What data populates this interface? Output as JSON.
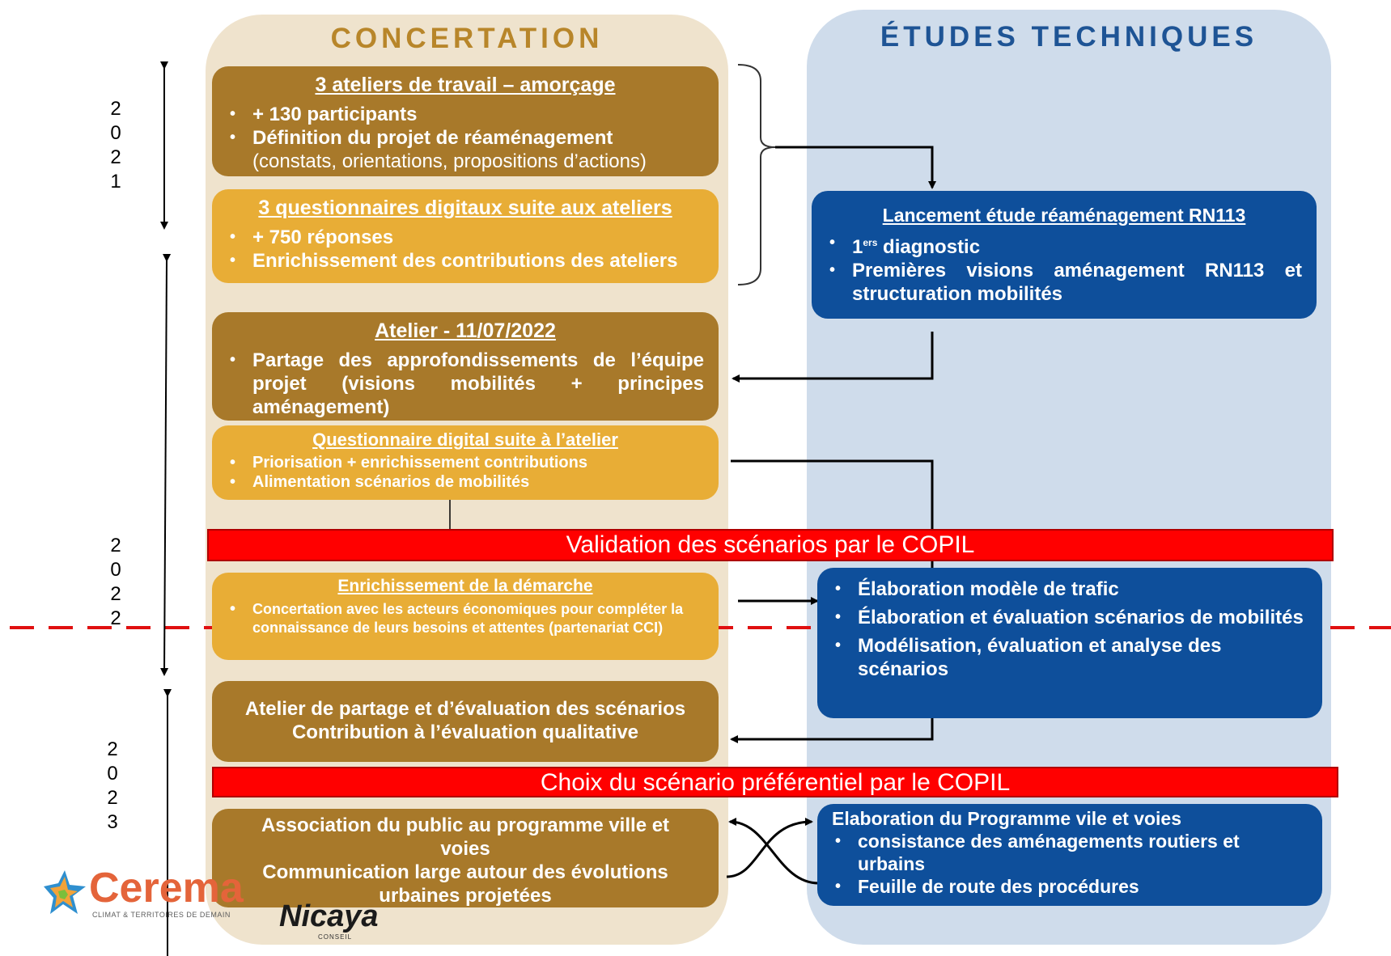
{
  "columns": {
    "left_title": "CONCERTATION",
    "right_title": "ÉTUDES TECHNIQUES"
  },
  "years": {
    "y2021": [
      "2",
      "0",
      "2",
      "1"
    ],
    "y2022": [
      "2",
      "0",
      "2",
      "2"
    ],
    "y2023": [
      "2",
      "0",
      "2",
      "3"
    ]
  },
  "concertation": {
    "box1": {
      "title": "3 ateliers de travail – amorçage",
      "items": [
        "+ 130 participants",
        "Définition du projet de réaménagement"
      ],
      "sub": "(constats, orientations, propositions d’actions)"
    },
    "box2": {
      "title": "3 questionnaires digitaux suite aux ateliers",
      "items": [
        "+ 750 réponses",
        "Enrichissement des contributions des ateliers"
      ]
    },
    "box3": {
      "title": "Atelier - 11/07/2022",
      "items": [
        "Partage des approfondissements de l’équipe projet (visions mobilités + principes aménagement)"
      ]
    },
    "box4": {
      "title": "Questionnaire digital suite à l’atelier",
      "items": [
        "Priorisation + enrichissement contributions",
        "Alimentation scénarios de mobilités"
      ]
    },
    "box5": {
      "title": "Enrichissement de la démarche",
      "items": [
        "Concertation avec les acteurs économiques pour compléter la connaissance de leurs besoins et attentes (partenariat CCI)"
      ]
    },
    "box6": {
      "lines": [
        "Atelier de partage et d’évaluation des scénarios",
        "Contribution à l’évaluation qualitative"
      ]
    },
    "box7": {
      "lines": [
        "Association du public au programme ville et voies",
        "Communication large autour des évolutions urbaines projetées"
      ]
    }
  },
  "etudes": {
    "box1": {
      "title": "Lancement étude réaménagement RN113",
      "item1_main": "1",
      "item1_sup": "ers",
      "item1_rest": " diagnostic",
      "item2": "Premières visions aménagement RN113 et structuration mobilités"
    },
    "box2": {
      "items": [
        "Élaboration modèle de trafic",
        "Élaboration et évaluation scénarios de mobilités",
        "Modélisation, évaluation et analyse des scénarios"
      ]
    },
    "box3": {
      "title": "Elaboration du Programme vile et voies",
      "items": [
        "consistance des aménagements routiers et urbains",
        "Feuille de route des procédures"
      ]
    }
  },
  "banners": {
    "validation": "Validation des scénarios par le COPIL",
    "choix": "Choix du scénario préférentiel par le COPIL"
  },
  "logos": {
    "cerema_word": "Cerema",
    "cerema_tag": "CLIMAT & TERRITOIRES DE DEMAIN",
    "nicaya_word": "Nicaya",
    "nicaya_tag": "CONSEIL"
  },
  "colors": {
    "dark_gold": "#a8792a",
    "light_gold": "#e8ad36",
    "blue": "#0e4f9b",
    "red": "#ff0000",
    "left_bg": "#efe3cd",
    "right_bg": "#cfdceb"
  }
}
